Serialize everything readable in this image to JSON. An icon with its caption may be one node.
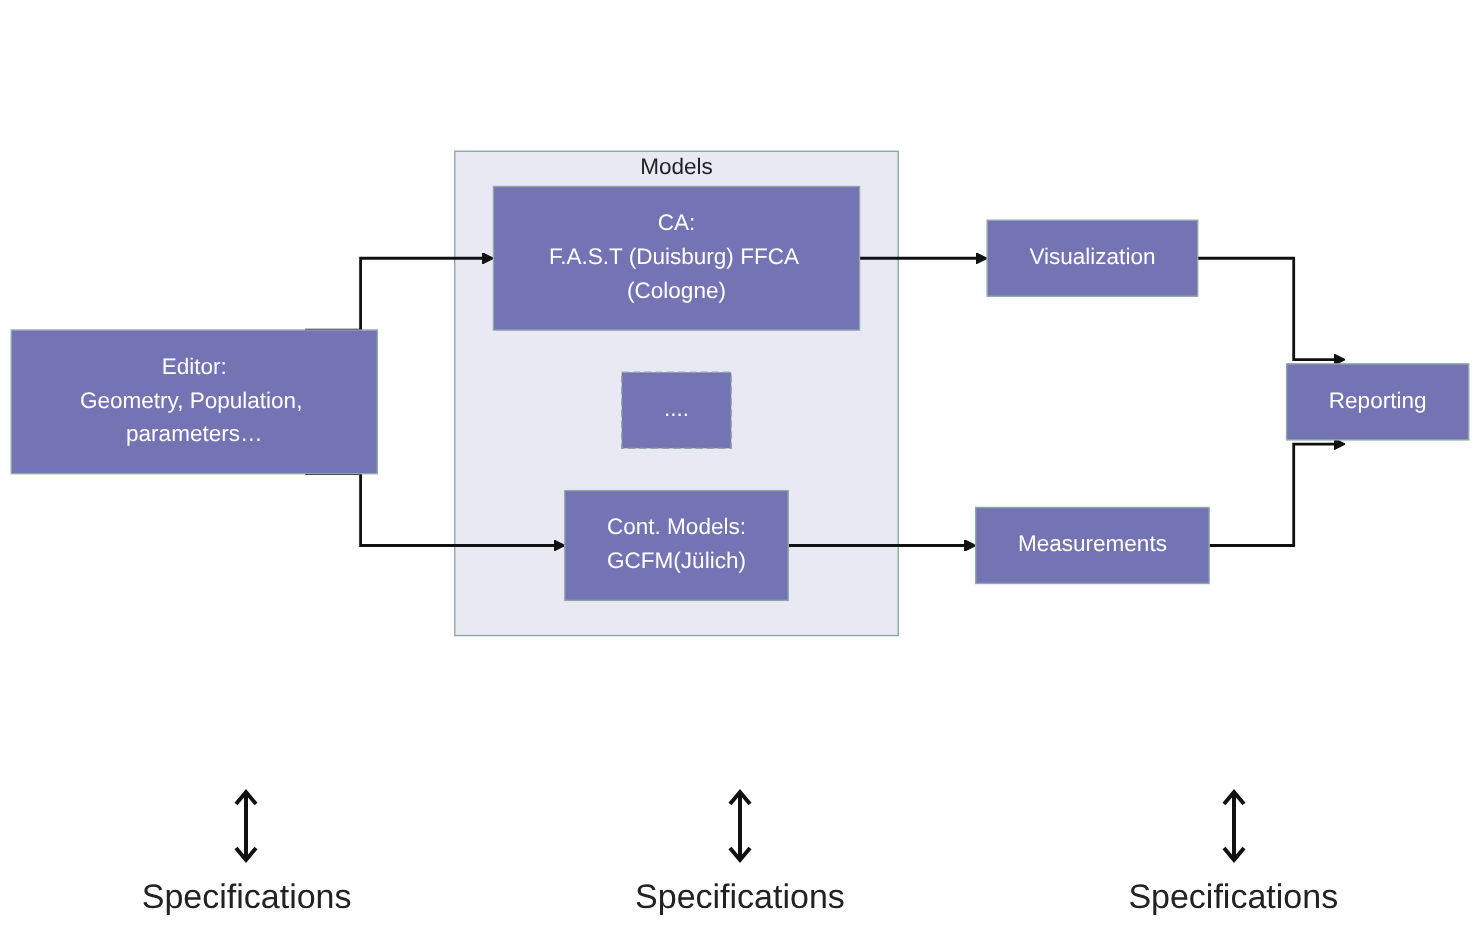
{
  "diagram": {
    "nodes": [
      {
        "text": [
          "Editor:",
          "Geometry, Population, parameters…"
        ]
      },
      {
        "text": [
          "Models"
        ]
      },
      {
        "text": [
          "CA:",
          "F.A.S.T (Duisburg) FFCA (Cologne)"
        ],
        "in": 1
      },
      {
        "text": [
          "...."
        ],
        "in": 1
      },
      {
        "text": [
          "Cont. Models:",
          "GCFM(Jülich)"
        ],
        "in": 1
      },
      {
        "text": [
          "Visualization"
        ]
      },
      {
        "text": [
          "Measurements"
        ]
      },
      {
        "text": [
          "Reporting"
        ]
      }
    ],
    "edges": [
      {
        "from": 0,
        "to": 2,
        "arrow": "to"
      },
      {
        "from": 0,
        "to": 4,
        "arrow": "to"
      },
      {
        "from": 2,
        "to": 5,
        "arrow": "to"
      },
      {
        "from": 4,
        "to": 6,
        "arrow": "to"
      },
      {
        "from": 5,
        "to": 7,
        "arrow": "to"
      },
      {
        "from": 6,
        "to": 7,
        "arrow": "to"
      }
    ],
    "labels": [
      "Specifications",
      "Specifications",
      "Specifications"
    ]
  }
}
